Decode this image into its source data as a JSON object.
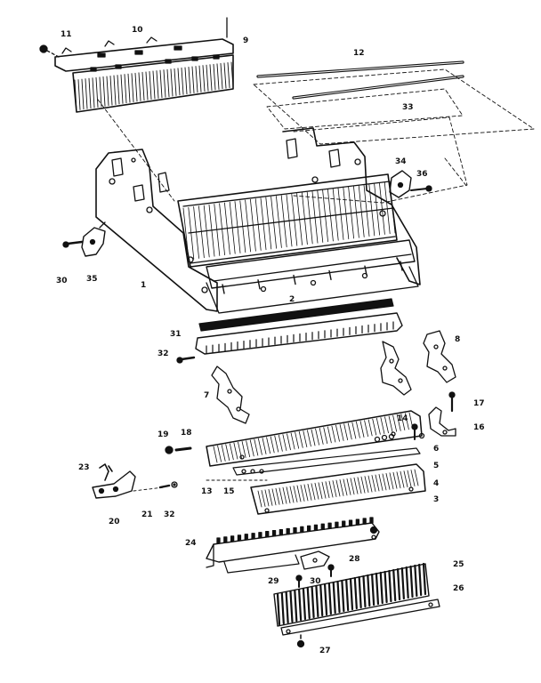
{
  "diagram": {
    "colors": {
      "ink": "#111111",
      "paper": "#ffffff"
    },
    "callouts": [
      {
        "id": "c11",
        "text": "11"
      },
      {
        "id": "c10",
        "text": "10"
      },
      {
        "id": "c9",
        "text": "9"
      },
      {
        "id": "c12",
        "text": "12"
      },
      {
        "id": "c33",
        "text": "33"
      },
      {
        "id": "c34",
        "text": "34"
      },
      {
        "id": "c36",
        "text": "36"
      },
      {
        "id": "c30a",
        "text": "30"
      },
      {
        "id": "c35",
        "text": "35"
      },
      {
        "id": "c1",
        "text": "1"
      },
      {
        "id": "c2",
        "text": "2"
      },
      {
        "id": "c31",
        "text": "31"
      },
      {
        "id": "c32a",
        "text": "32"
      },
      {
        "id": "c8",
        "text": "8"
      },
      {
        "id": "c7",
        "text": "7"
      },
      {
        "id": "c17",
        "text": "17"
      },
      {
        "id": "c16",
        "text": "16"
      },
      {
        "id": "c19",
        "text": "19"
      },
      {
        "id": "c18",
        "text": "18"
      },
      {
        "id": "c14",
        "text": "14"
      },
      {
        "id": "c6",
        "text": "6"
      },
      {
        "id": "c5",
        "text": "5"
      },
      {
        "id": "c4",
        "text": "4"
      },
      {
        "id": "c3",
        "text": "3"
      },
      {
        "id": "c23",
        "text": "23"
      },
      {
        "id": "c13",
        "text": "13"
      },
      {
        "id": "c15",
        "text": "15"
      },
      {
        "id": "c20",
        "text": "20"
      },
      {
        "id": "c21",
        "text": "21"
      },
      {
        "id": "c32b",
        "text": "32"
      },
      {
        "id": "c24",
        "text": "24"
      },
      {
        "id": "c28",
        "text": "28"
      },
      {
        "id": "c29",
        "text": "29"
      },
      {
        "id": "c30b",
        "text": "30"
      },
      {
        "id": "c25",
        "text": "25"
      },
      {
        "id": "c26",
        "text": "26"
      },
      {
        "id": "c27",
        "text": "27"
      }
    ]
  }
}
